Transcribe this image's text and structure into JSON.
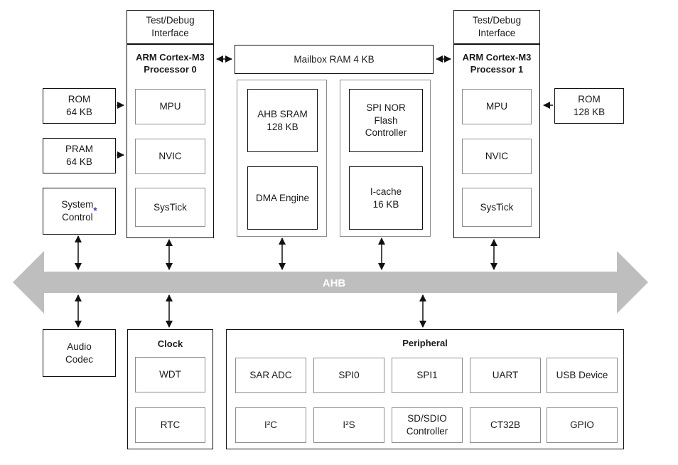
{
  "colors": {
    "bus_gray": "#bebebe",
    "asterisk_blue": "#3333ee",
    "outer_border": "#111111",
    "inner_border": "#8c8c8c"
  },
  "left_column": {
    "rom": "ROM\n64 KB",
    "pram": "PRAM\n64 KB",
    "system_control": "System\nControl",
    "system_control_note": "*"
  },
  "processor0": {
    "debug": "Test/Debug\nInterface",
    "title": "ARM Cortex-M3\nProcessor 0",
    "mpu": "MPU",
    "nvic": "NVIC",
    "systick": "SysTick"
  },
  "processor1": {
    "debug": "Test/Debug\nInterface",
    "title": "ARM Cortex-M3\nProcessor 1",
    "mpu": "MPU",
    "nvic": "NVIC",
    "systick": "SysTick",
    "rom": "ROM\n128 KB"
  },
  "mailbox": {
    "label": "Mailbox RAM 4 KB"
  },
  "memory_block": {
    "ahb_sram": "AHB SRAM\n128 KB",
    "dma": "DMA Engine"
  },
  "flash_block": {
    "spi_nor": "SPI NOR\nFlash\nController",
    "icache": "I-cache\n16 KB"
  },
  "bus": {
    "label": "AHB"
  },
  "audio_codec": {
    "label": "Audio\nCodec"
  },
  "clock_block": {
    "title": "Clock",
    "wdt": "WDT",
    "rtc": "RTC"
  },
  "peripheral_block": {
    "title": "Peripheral",
    "row1": [
      "SAR ADC",
      "SPI0",
      "SPI1",
      "UART",
      "USB Device"
    ],
    "row2": [
      "I²C",
      "I²S",
      "SD/SDIO\nController",
      "CT32B",
      "GPIO"
    ]
  }
}
